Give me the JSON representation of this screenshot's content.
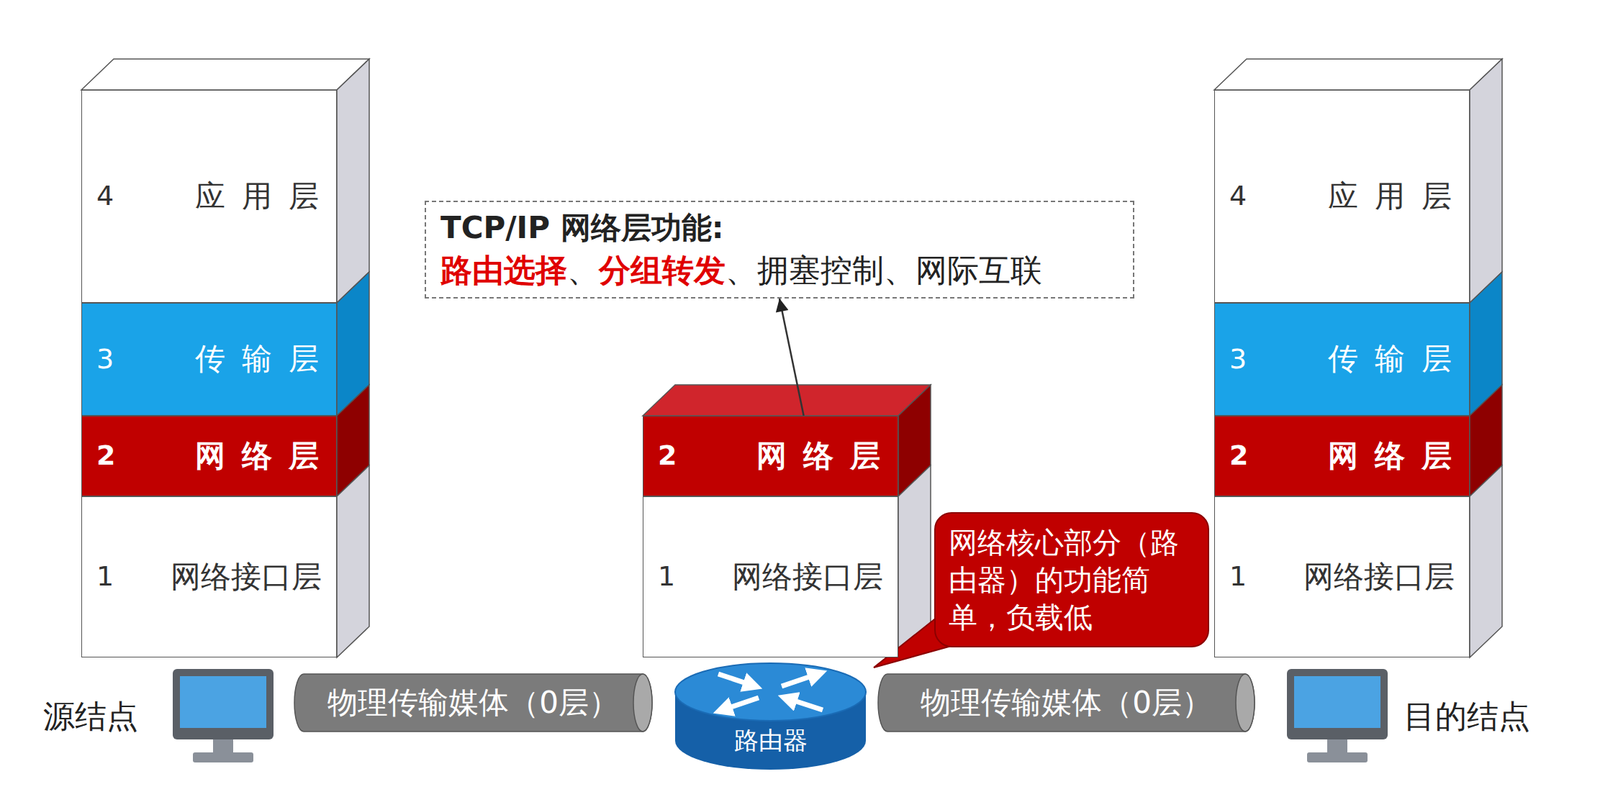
{
  "diagram": {
    "nodes": [
      {
        "text": [
          "4",
          "应用层"
        ]
      },
      {
        "text": [
          "3",
          "传输层"
        ]
      },
      {
        "text": [
          "2",
          "网络层"
        ]
      },
      {
        "text": [
          "1",
          "网络接口层"
        ]
      },
      {
        "text": [
          "TCP/IP 网络层功能:",
          "路由选择",
          "、",
          "分组转发",
          "、拥塞控制、网际互联"
        ]
      },
      {
        "text": [
          "2",
          "网络层"
        ]
      },
      {
        "text": [
          "1",
          "网络接口层"
        ]
      },
      {
        "text": [
          "4",
          "应用层"
        ]
      },
      {
        "text": [
          "3",
          "传输层"
        ]
      },
      {
        "text": [
          "2",
          "网络层"
        ]
      },
      {
        "text": [
          "1",
          "网络接口层"
        ]
      },
      {
        "text": [
          "网络核心部分（路由器）的功能简单，负载低"
        ]
      },
      {
        "text": [
          "物理传输媒体（0层）"
        ]
      },
      {
        "text": [
          "路由器"
        ]
      },
      {
        "text": [
          "物理传输媒体（0层）"
        ]
      }
    ],
    "edges": [
      {
        "from": 5,
        "to": 4,
        "arrow": "to"
      }
    ],
    "labels": [
      "源结点",
      "目的结点"
    ]
  }
}
